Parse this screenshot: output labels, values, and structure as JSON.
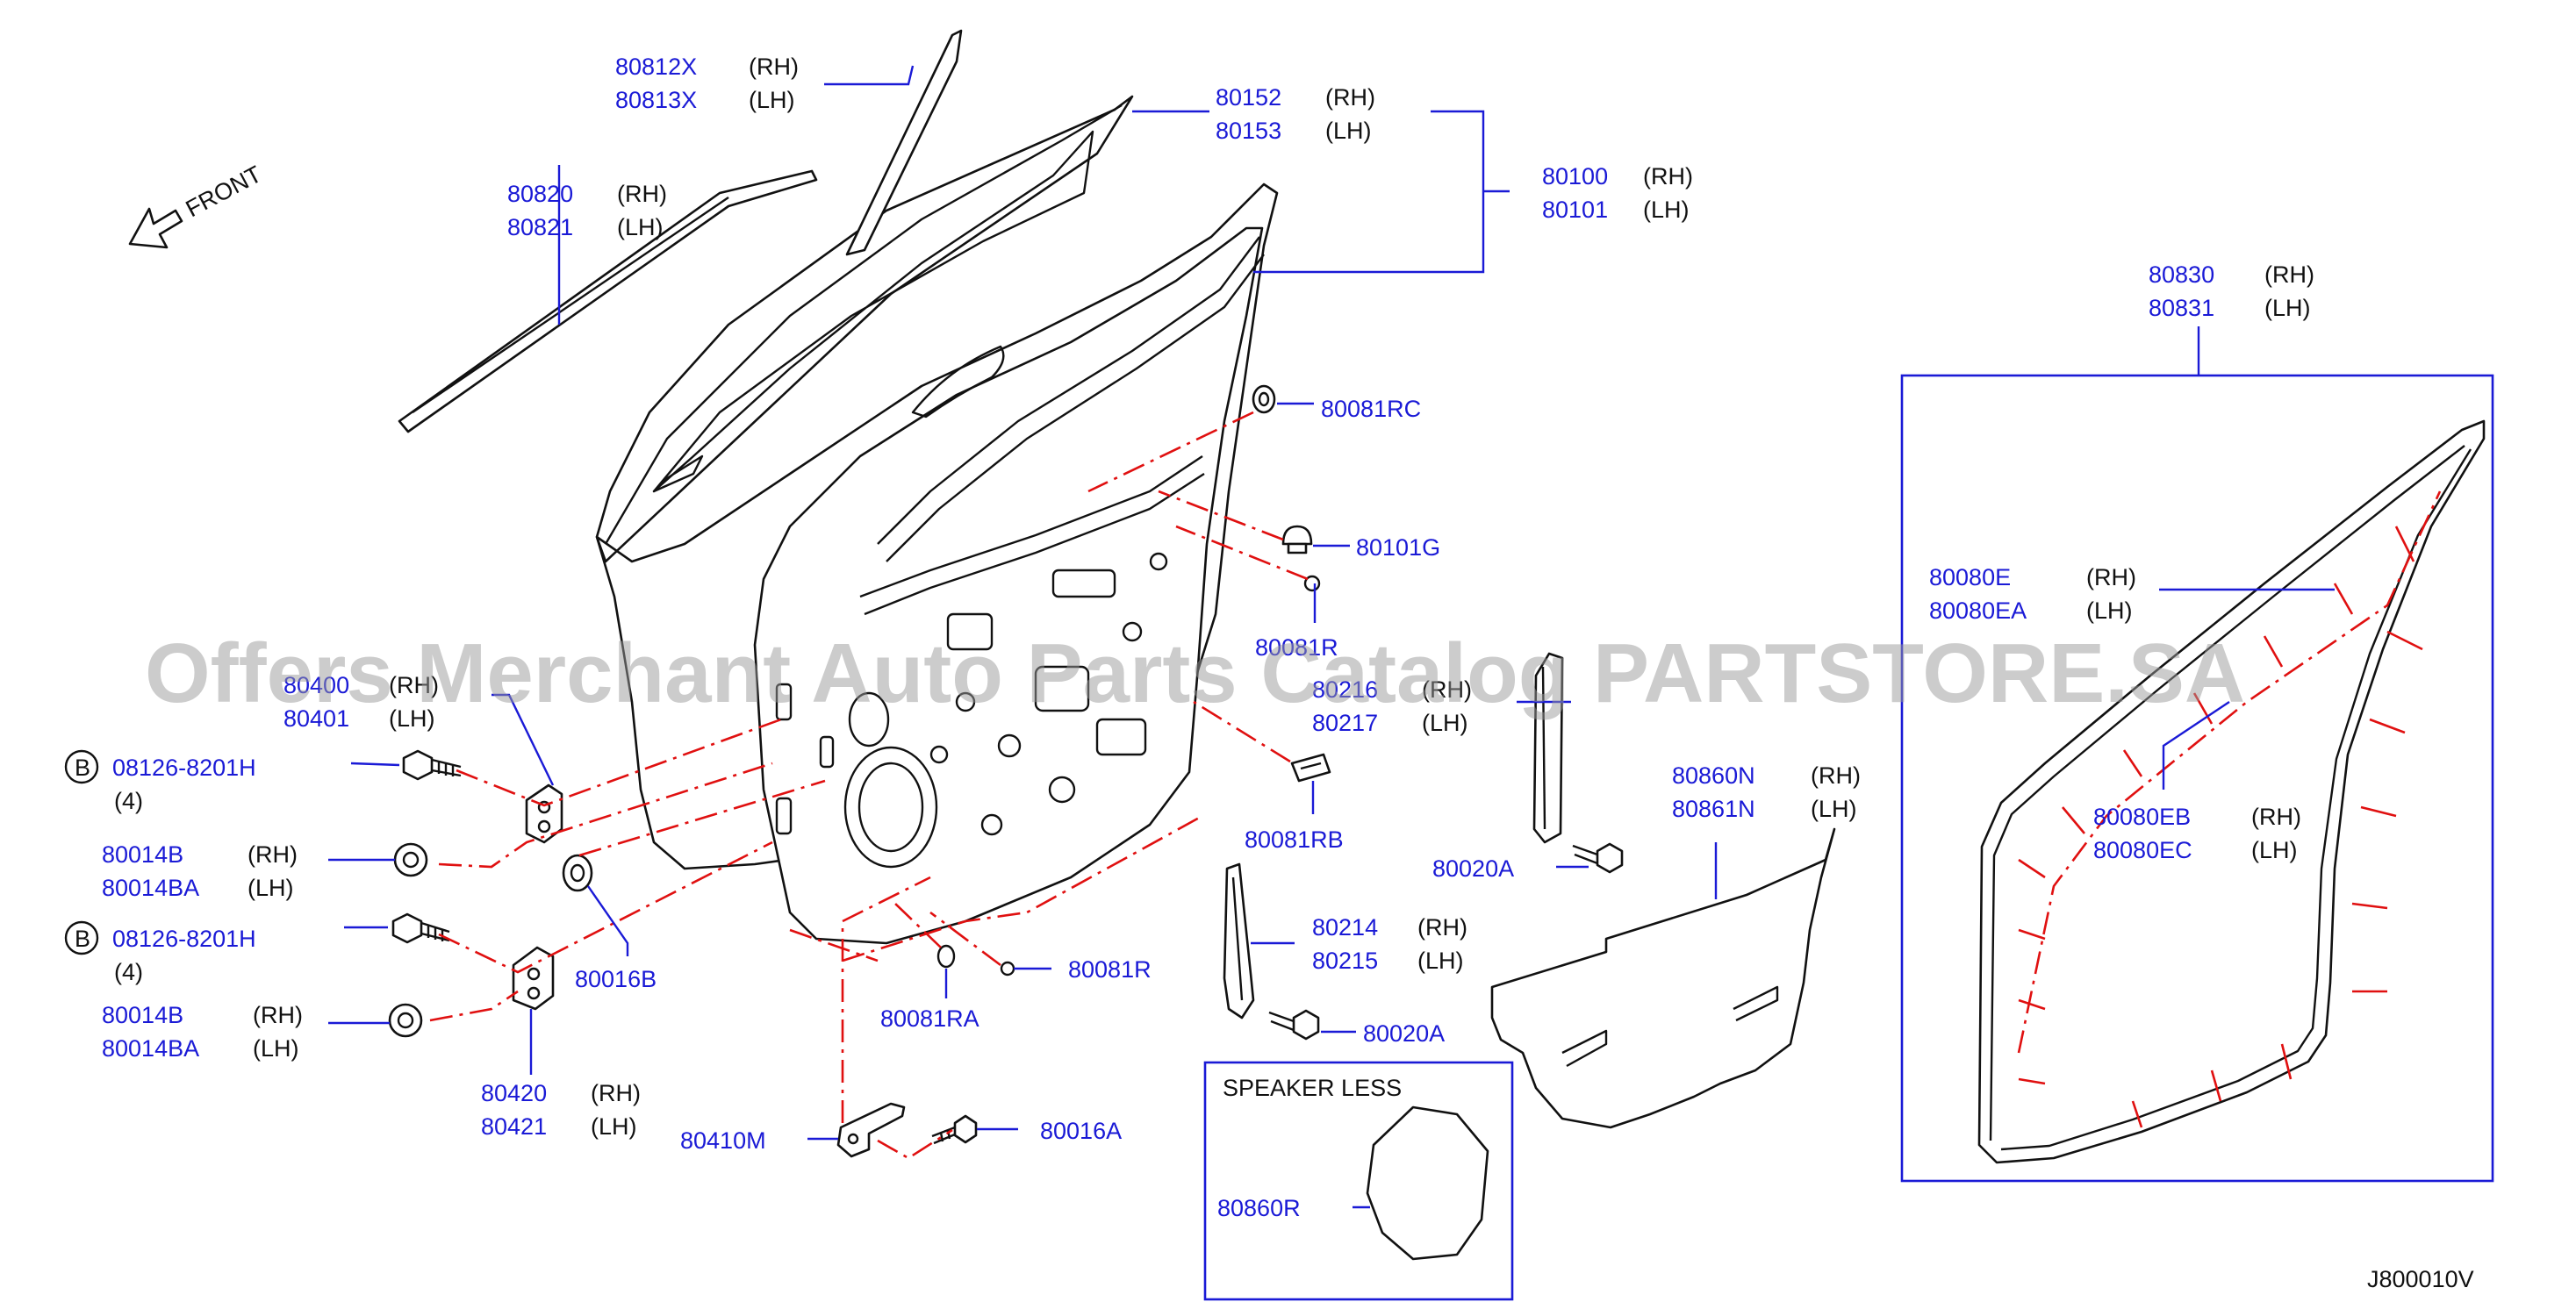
{
  "side": {
    "rh": "(RH)",
    "lh": "(LH)"
  },
  "front_label": "FRONT",
  "bolt_marker": "B",
  "parts": {
    "p80812": {
      "rh": "80812X",
      "lh": "80813X"
    },
    "p80820": {
      "rh": "80820",
      "lh": "80821"
    },
    "p80152": {
      "rh": "80152",
      "lh": "80153"
    },
    "p80100": {
      "rh": "80100",
      "lh": "80101"
    },
    "p80830": {
      "rh": "80830",
      "lh": "80831"
    },
    "p80081rc": "80081RC",
    "p80101g": "80101G",
    "p80081r_top": "80081R",
    "p80216": {
      "rh": "80216",
      "lh": "80217"
    },
    "p80400": {
      "rh": "80400",
      "lh": "80401"
    },
    "p08126_a": {
      "code": "08126-8201H",
      "qty": "(4)"
    },
    "p80014_a": {
      "rh": "80014B",
      "lh": "80014BA"
    },
    "p08126_b": {
      "code": "08126-8201H",
      "qty": "(4)"
    },
    "p80014_b": {
      "rh": "80014B",
      "lh": "80014BA"
    },
    "p80016b": "80016B",
    "p80420": {
      "rh": "80420",
      "lh": "80421"
    },
    "p80081ra": "80081RA",
    "p80081r_bot": "80081R",
    "p80410m": "80410M",
    "p80016a": "80016A",
    "p80081rb": "80081RB",
    "p80214": {
      "rh": "80214",
      "lh": "80215"
    },
    "p80020a_top": "80020A",
    "p80020a_bot": "80020A",
    "p80860": {
      "rh": "80860N",
      "lh": "80861N"
    },
    "p80080e": {
      "rh": "80080E",
      "lh": "80080EA"
    },
    "p80080eb": {
      "rh": "80080EB",
      "lh": "80080EC"
    },
    "p80860r": "80860R"
  },
  "speaker_box": {
    "title": "SPEAKER   LESS"
  },
  "diagram_id": "J800010V",
  "watermark": "Offers Merchant Auto Parts Catalog PARTSTORE.SA",
  "colors": {
    "part_number": "#1a1ad6",
    "guide_line": "#e01010",
    "outline": "#111111",
    "watermark": "#9a9a9a"
  }
}
